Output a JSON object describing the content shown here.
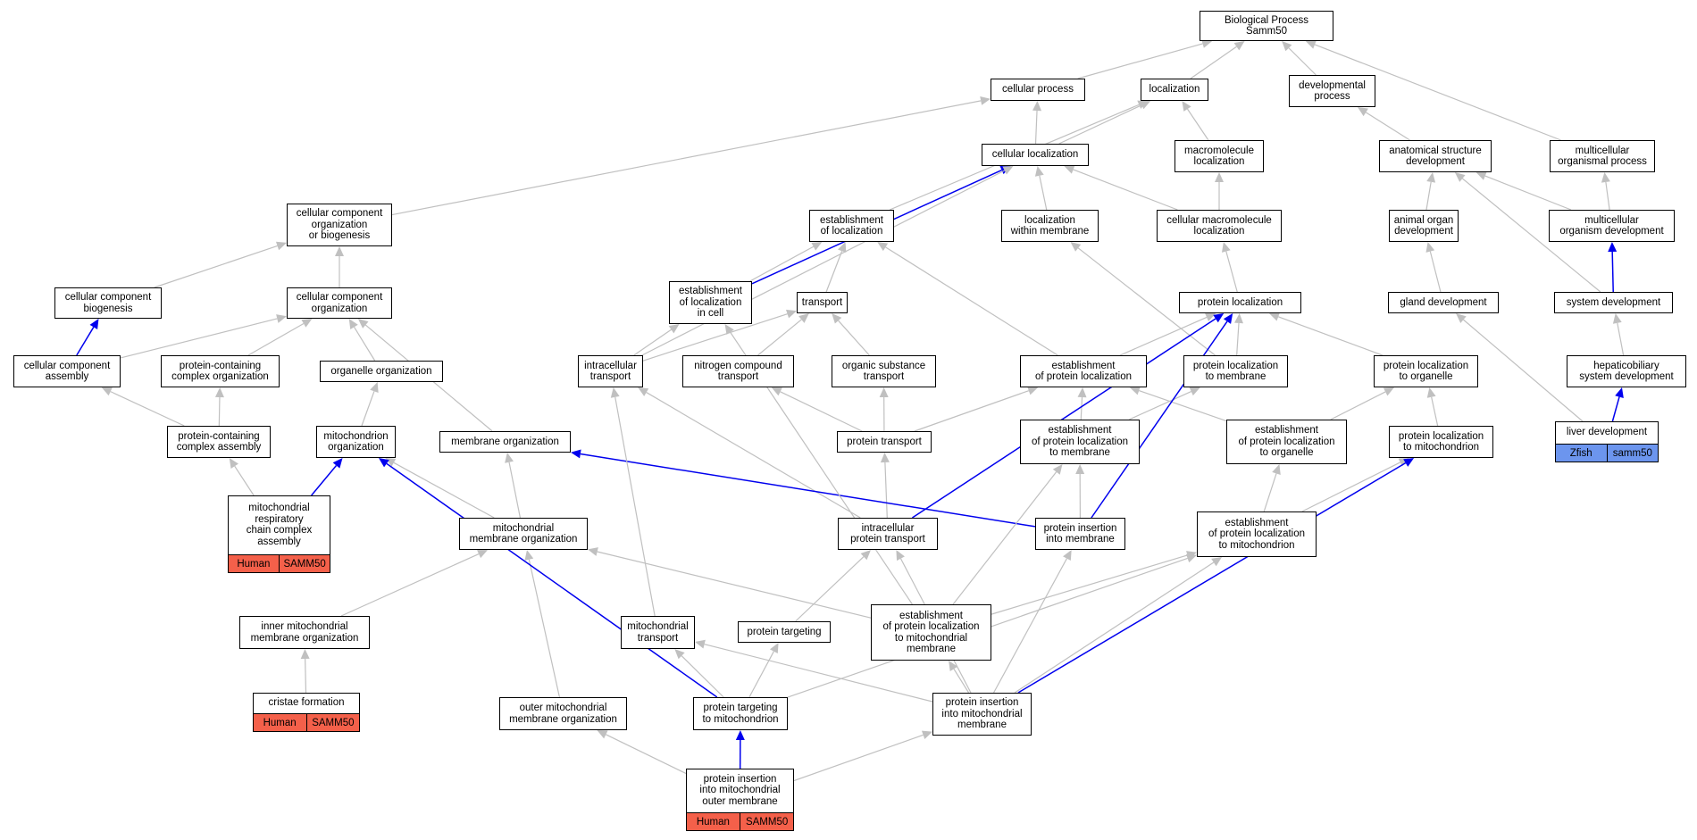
{
  "title": "Biological Process Samm50",
  "colors": {
    "edge": "#c0c0c0",
    "highlight_edge": "#0000ee",
    "human": "#f4604a",
    "zfish": "#6c95ee"
  },
  "nodes": [
    {
      "id": "bp",
      "lines": [
        "Biological Process",
        "Samm50"
      ]
    },
    {
      "id": "cellular_process",
      "lines": [
        "cellular process"
      ]
    },
    {
      "id": "localization",
      "lines": [
        "localization"
      ]
    },
    {
      "id": "developmental_process",
      "lines": [
        "developmental",
        "process"
      ]
    },
    {
      "id": "cellular_localization",
      "lines": [
        "cellular localization"
      ]
    },
    {
      "id": "macromolecule_localization",
      "lines": [
        "macromolecule",
        "localization"
      ]
    },
    {
      "id": "anatomical_structure_development",
      "lines": [
        "anatomical structure",
        "development"
      ]
    },
    {
      "id": "multicellular_organismal_process",
      "lines": [
        "multicellular",
        "organismal process"
      ]
    },
    {
      "id": "cc_org_biogenesis",
      "lines": [
        "cellular component",
        "organization",
        "or biogenesis"
      ]
    },
    {
      "id": "establishment_of_localization",
      "lines": [
        "establishment",
        "of localization"
      ]
    },
    {
      "id": "localization_within_membrane",
      "lines": [
        "localization",
        "within membrane"
      ]
    },
    {
      "id": "cellular_macromolecule_localization",
      "lines": [
        "cellular macromolecule",
        "localization"
      ]
    },
    {
      "id": "animal_organ_development",
      "lines": [
        "animal organ",
        "development"
      ]
    },
    {
      "id": "multicellular_organism_development",
      "lines": [
        "multicellular",
        "organism development"
      ]
    },
    {
      "id": "cc_biogenesis",
      "lines": [
        "cellular component",
        "biogenesis"
      ]
    },
    {
      "id": "cc_organization",
      "lines": [
        "cellular component",
        "organization"
      ]
    },
    {
      "id": "establishment_of_localization_in_cell",
      "lines": [
        "establishment",
        "of localization",
        "in cell"
      ]
    },
    {
      "id": "transport",
      "lines": [
        "transport"
      ]
    },
    {
      "id": "protein_localization",
      "lines": [
        "protein localization"
      ]
    },
    {
      "id": "gland_development",
      "lines": [
        "gland development"
      ]
    },
    {
      "id": "system_development",
      "lines": [
        "system development"
      ]
    },
    {
      "id": "cc_assembly",
      "lines": [
        "cellular component",
        "assembly"
      ]
    },
    {
      "id": "protein_containing_complex_organization",
      "lines": [
        "protein-containing",
        "complex organization"
      ]
    },
    {
      "id": "organelle_organization",
      "lines": [
        "organelle organization"
      ]
    },
    {
      "id": "intracellular_transport",
      "lines": [
        "intracellular",
        "transport"
      ]
    },
    {
      "id": "nitrogen_compound_transport",
      "lines": [
        "nitrogen compound",
        "transport"
      ]
    },
    {
      "id": "organic_substance_transport",
      "lines": [
        "organic substance",
        "transport"
      ]
    },
    {
      "id": "establishment_of_protein_localization",
      "lines": [
        "establishment",
        "of protein localization"
      ]
    },
    {
      "id": "protein_localization_to_membrane",
      "lines": [
        "protein localization",
        "to membrane"
      ]
    },
    {
      "id": "protein_localization_to_organelle",
      "lines": [
        "protein localization",
        "to organelle"
      ]
    },
    {
      "id": "hepaticobiliary_system_development",
      "lines": [
        "hepaticobiliary",
        "system development"
      ]
    },
    {
      "id": "protein_containing_complex_assembly",
      "lines": [
        "protein-containing",
        "complex assembly"
      ]
    },
    {
      "id": "mitochondrion_organization",
      "lines": [
        "mitochondrion",
        "organization"
      ]
    },
    {
      "id": "membrane_organization",
      "lines": [
        "membrane organization"
      ]
    },
    {
      "id": "protein_transport",
      "lines": [
        "protein transport"
      ]
    },
    {
      "id": "est_protein_localization_to_membrane",
      "lines": [
        "establishment",
        "of protein localization",
        "to membrane"
      ]
    },
    {
      "id": "est_protein_localization_to_organelle",
      "lines": [
        "establishment",
        "of protein localization",
        "to organelle"
      ]
    },
    {
      "id": "protein_localization_to_mitochondrion",
      "lines": [
        "protein localization",
        "to mitochondrion"
      ]
    },
    {
      "id": "liver_development",
      "lines": [
        "liver development"
      ],
      "tags": [
        {
          "text": "Zfish",
          "color": "zfish"
        },
        {
          "text": "samm50",
          "color": "zfish"
        }
      ]
    },
    {
      "id": "mito_resp_chain_complex_assembly",
      "lines": [
        "mitochondrial",
        "respiratory",
        "chain complex",
        "assembly"
      ],
      "tags": [
        {
          "text": "Human",
          "color": "human"
        },
        {
          "text": "SAMM50",
          "color": "human"
        }
      ]
    },
    {
      "id": "mitochondrial_membrane_organization",
      "lines": [
        "mitochondrial",
        "membrane organization"
      ]
    },
    {
      "id": "intracellular_protein_transport",
      "lines": [
        "intracellular",
        "protein transport"
      ]
    },
    {
      "id": "protein_insertion_into_membrane",
      "lines": [
        "protein insertion",
        "into membrane"
      ]
    },
    {
      "id": "est_protein_localization_to_mitochondrion",
      "lines": [
        "establishment",
        "of protein localization",
        "to mitochondrion"
      ]
    },
    {
      "id": "inner_mitochondrial_membrane_organization",
      "lines": [
        "inner mitochondrial",
        "membrane organization"
      ]
    },
    {
      "id": "mitochondrial_transport",
      "lines": [
        "mitochondrial",
        "transport"
      ]
    },
    {
      "id": "protein_targeting",
      "lines": [
        "protein targeting"
      ]
    },
    {
      "id": "est_protein_localization_to_mito_membrane",
      "lines": [
        "establishment",
        "of protein localization",
        "to mitochondrial",
        "membrane"
      ]
    },
    {
      "id": "cristae_formation",
      "lines": [
        "cristae formation"
      ],
      "tags": [
        {
          "text": "Human",
          "color": "human"
        },
        {
          "text": "SAMM50",
          "color": "human"
        }
      ]
    },
    {
      "id": "outer_mitochondrial_membrane_organization",
      "lines": [
        "outer mitochondrial",
        "membrane organization"
      ]
    },
    {
      "id": "protein_targeting_to_mitochondrion",
      "lines": [
        "protein targeting",
        "to mitochondrion"
      ]
    },
    {
      "id": "protein_insertion_into_mito_membrane",
      "lines": [
        "protein insertion",
        "into mitochondrial",
        "membrane"
      ]
    },
    {
      "id": "protein_insertion_into_mito_outer_membrane",
      "lines": [
        "protein insertion",
        "into mitochondrial",
        "outer membrane"
      ],
      "tags": [
        {
          "text": "Human",
          "color": "human"
        },
        {
          "text": "SAMM50",
          "color": "human"
        }
      ]
    }
  ],
  "edges": [
    {
      "from": "cellular_process",
      "to": "bp"
    },
    {
      "from": "localization",
      "to": "bp"
    },
    {
      "from": "developmental_process",
      "to": "bp"
    },
    {
      "from": "multicellular_organismal_process",
      "to": "bp"
    },
    {
      "from": "cellular_localization",
      "to": "cellular_process"
    },
    {
      "from": "cellular_localization",
      "to": "localization"
    },
    {
      "from": "macromolecule_localization",
      "to": "localization"
    },
    {
      "from": "establishment_of_localization",
      "to": "localization"
    },
    {
      "from": "cc_org_biogenesis",
      "to": "cellular_process"
    },
    {
      "from": "anatomical_structure_development",
      "to": "developmental_process"
    },
    {
      "from": "localization_within_membrane",
      "to": "cellular_localization"
    },
    {
      "from": "cellular_macromolecule_localization",
      "to": "cellular_localization"
    },
    {
      "from": "cellular_macromolecule_localization",
      "to": "macromolecule_localization"
    },
    {
      "from": "animal_organ_development",
      "to": "anatomical_structure_development"
    },
    {
      "from": "multicellular_organism_development",
      "to": "anatomical_structure_development"
    },
    {
      "from": "multicellular_organism_development",
      "to": "multicellular_organismal_process"
    },
    {
      "from": "cc_biogenesis",
      "to": "cc_org_biogenesis"
    },
    {
      "from": "cc_organization",
      "to": "cc_org_biogenesis"
    },
    {
      "from": "establishment_of_localization_in_cell",
      "to": "cellular_localization",
      "highlight": true
    },
    {
      "from": "establishment_of_localization_in_cell",
      "to": "establishment_of_localization"
    },
    {
      "from": "transport",
      "to": "establishment_of_localization"
    },
    {
      "from": "protein_localization",
      "to": "cellular_macromolecule_localization"
    },
    {
      "from": "gland_development",
      "to": "animal_organ_development"
    },
    {
      "from": "system_development",
      "to": "multicellular_organism_development",
      "highlight": true
    },
    {
      "from": "system_development",
      "to": "anatomical_structure_development"
    },
    {
      "from": "cc_assembly",
      "to": "cc_biogenesis",
      "highlight": true
    },
    {
      "from": "cc_assembly",
      "to": "cc_organization"
    },
    {
      "from": "protein_containing_complex_organization",
      "to": "cc_organization"
    },
    {
      "from": "organelle_organization",
      "to": "cc_organization"
    },
    {
      "from": "intracellular_transport",
      "to": "transport"
    },
    {
      "from": "intracellular_transport",
      "to": "establishment_of_localization_in_cell"
    },
    {
      "from": "intracellular_transport",
      "to": "cellular_localization"
    },
    {
      "from": "nitrogen_compound_transport",
      "to": "transport"
    },
    {
      "from": "organic_substance_transport",
      "to": "transport"
    },
    {
      "from": "establishment_of_protein_localization",
      "to": "protein_localization"
    },
    {
      "from": "establishment_of_protein_localization",
      "to": "establishment_of_localization"
    },
    {
      "from": "protein_localization_to_membrane",
      "to": "protein_localization"
    },
    {
      "from": "protein_localization_to_membrane",
      "to": "localization_within_membrane"
    },
    {
      "from": "protein_localization_to_organelle",
      "to": "protein_localization"
    },
    {
      "from": "hepaticobiliary_system_development",
      "to": "system_development"
    },
    {
      "from": "protein_containing_complex_assembly",
      "to": "cc_assembly"
    },
    {
      "from": "protein_containing_complex_assembly",
      "to": "protein_containing_complex_organization"
    },
    {
      "from": "mitochondrion_organization",
      "to": "organelle_organization"
    },
    {
      "from": "membrane_organization",
      "to": "cc_organization"
    },
    {
      "from": "protein_transport",
      "to": "nitrogen_compound_transport"
    },
    {
      "from": "protein_transport",
      "to": "organic_substance_transport"
    },
    {
      "from": "protein_transport",
      "to": "establishment_of_protein_localization"
    },
    {
      "from": "est_protein_localization_to_membrane",
      "to": "establishment_of_protein_localization"
    },
    {
      "from": "est_protein_localization_to_membrane",
      "to": "protein_localization_to_membrane"
    },
    {
      "from": "est_protein_localization_to_organelle",
      "to": "establishment_of_protein_localization"
    },
    {
      "from": "est_protein_localization_to_organelle",
      "to": "protein_localization_to_organelle"
    },
    {
      "from": "protein_localization_to_mitochondrion",
      "to": "protein_localization_to_organelle"
    },
    {
      "from": "liver_development",
      "to": "hepaticobiliary_system_development",
      "highlight": true
    },
    {
      "from": "liver_development",
      "to": "gland_development"
    },
    {
      "from": "mito_resp_chain_complex_assembly",
      "to": "mitochondrion_organization",
      "highlight": true
    },
    {
      "from": "mito_resp_chain_complex_assembly",
      "to": "protein_containing_complex_assembly"
    },
    {
      "from": "mitochondrial_membrane_organization",
      "to": "mitochondrion_organization"
    },
    {
      "from": "mitochondrial_membrane_organization",
      "to": "membrane_organization"
    },
    {
      "from": "intracellular_protein_transport",
      "to": "protein_transport"
    },
    {
      "from": "intracellular_protein_transport",
      "to": "intracellular_transport"
    },
    {
      "from": "intracellular_protein_transport",
      "to": "protein_localization",
      "highlight": true
    },
    {
      "from": "protein_insertion_into_membrane",
      "to": "membrane_organization",
      "highlight": true
    },
    {
      "from": "protein_insertion_into_membrane",
      "to": "est_protein_localization_to_membrane"
    },
    {
      "from": "protein_insertion_into_membrane",
      "to": "protein_localization",
      "highlight": true
    },
    {
      "from": "est_protein_localization_to_mitochondrion",
      "to": "est_protein_localization_to_organelle"
    },
    {
      "from": "est_protein_localization_to_mitochondrion",
      "to": "protein_localization_to_mitochondrion"
    },
    {
      "from": "inner_mitochondrial_membrane_organization",
      "to": "mitochondrial_membrane_organization"
    },
    {
      "from": "mitochondrial_transport",
      "to": "intracellular_transport"
    },
    {
      "from": "protein_targeting",
      "to": "intracellular_protein_transport"
    },
    {
      "from": "est_protein_localization_to_mito_membrane",
      "to": "est_protein_localization_to_mitochondrion"
    },
    {
      "from": "est_protein_localization_to_mito_membrane",
      "to": "est_protein_localization_to_membrane"
    },
    {
      "from": "est_protein_localization_to_mito_membrane",
      "to": "mitochondrial_membrane_organization"
    },
    {
      "from": "est_protein_localization_to_mito_membrane",
      "to": "establishment_of_localization_in_cell"
    },
    {
      "from": "cristae_formation",
      "to": "inner_mitochondrial_membrane_organization"
    },
    {
      "from": "outer_mitochondrial_membrane_organization",
      "to": "mitochondrial_membrane_organization"
    },
    {
      "from": "protein_targeting_to_mitochondrion",
      "to": "protein_targeting"
    },
    {
      "from": "protein_targeting_to_mitochondrion",
      "to": "mitochondrial_transport"
    },
    {
      "from": "protein_targeting_to_mitochondrion",
      "to": "est_protein_localization_to_mitochondrion"
    },
    {
      "from": "protein_targeting_to_mitochondrion",
      "to": "mitochondrion_organization",
      "highlight": true
    },
    {
      "from": "protein_insertion_into_mito_membrane",
      "to": "protein_insertion_into_membrane"
    },
    {
      "from": "protein_insertion_into_mito_membrane",
      "to": "est_protein_localization_to_mito_membrane"
    },
    {
      "from": "protein_insertion_into_mito_membrane",
      "to": "protein_localization_to_mitochondrion",
      "highlight": true
    },
    {
      "from": "protein_insertion_into_mito_membrane",
      "to": "intracellular_protein_transport"
    },
    {
      "from": "protein_insertion_into_mito_membrane",
      "to": "mitochondrial_transport"
    },
    {
      "from": "protein_insertion_into_mito_membrane",
      "to": "est_protein_localization_to_mitochondrion"
    },
    {
      "from": "protein_insertion_into_mito_outer_membrane",
      "to": "protein_targeting_to_mitochondrion",
      "highlight": true
    },
    {
      "from": "protein_insertion_into_mito_outer_membrane",
      "to": "outer_mitochondrial_membrane_organization"
    },
    {
      "from": "protein_insertion_into_mito_outer_membrane",
      "to": "protein_insertion_into_mito_membrane"
    }
  ]
}
